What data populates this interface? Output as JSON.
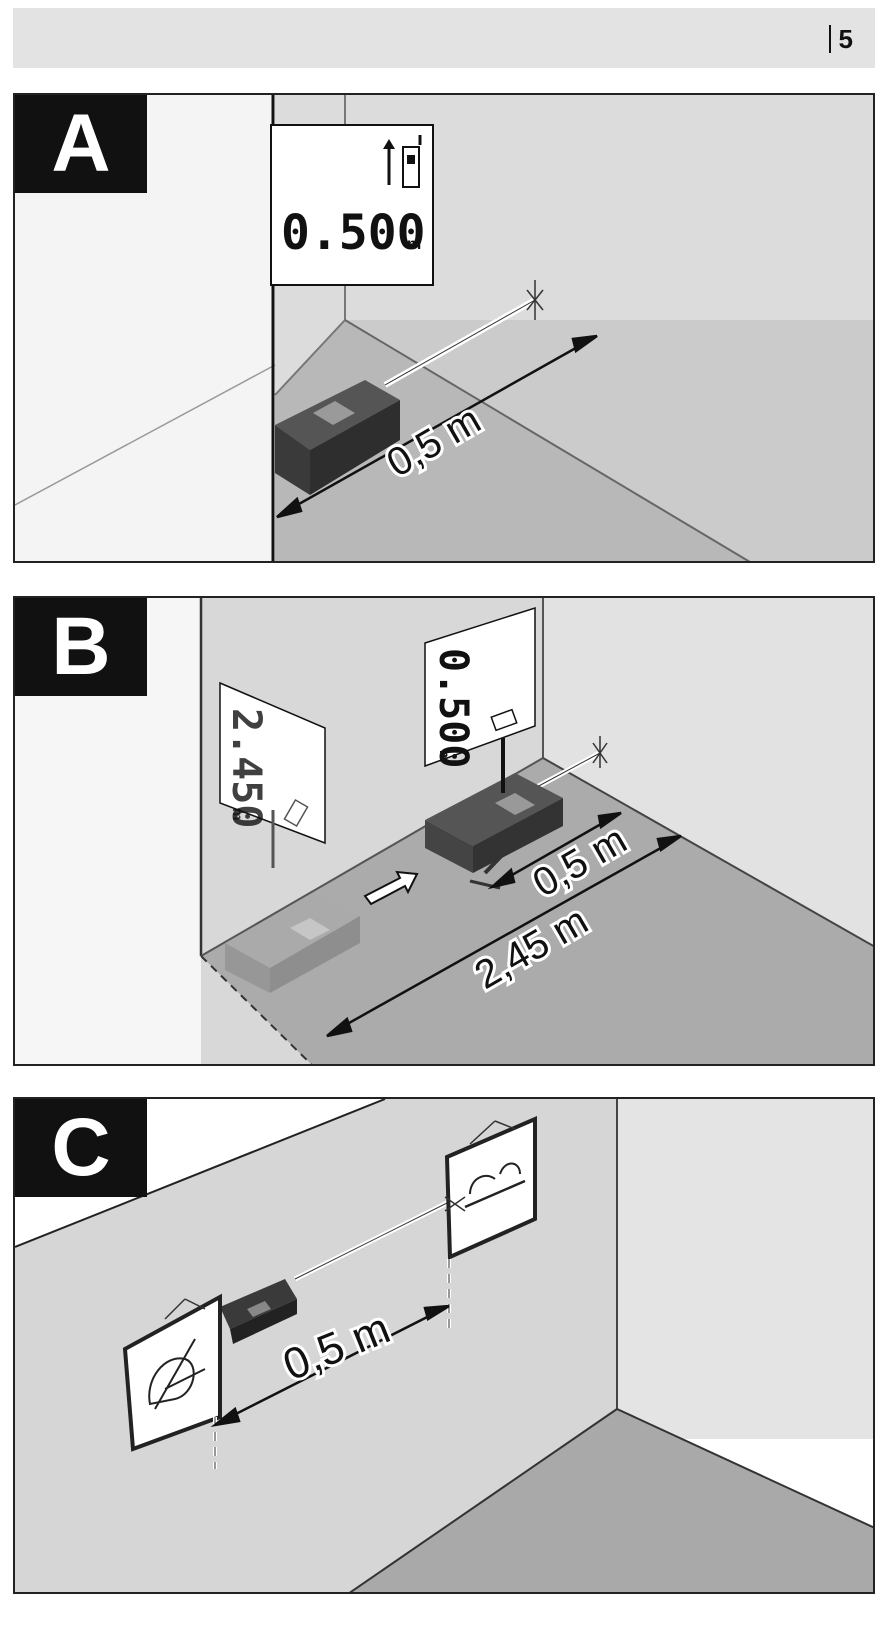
{
  "header": {
    "page_number": "5"
  },
  "panels": {
    "a": {
      "label": "A",
      "display_value": "0.500",
      "display_unit": "m",
      "distance": "0,5 m"
    },
    "b": {
      "label": "B",
      "display1_value": "2.450",
      "display1_unit": "m",
      "display2_value": "0.500",
      "display2_unit": "m",
      "distance_short": "0,5 m",
      "distance_long": "2,45 m"
    },
    "c": {
      "label": "C",
      "distance": "0,5 m"
    }
  }
}
